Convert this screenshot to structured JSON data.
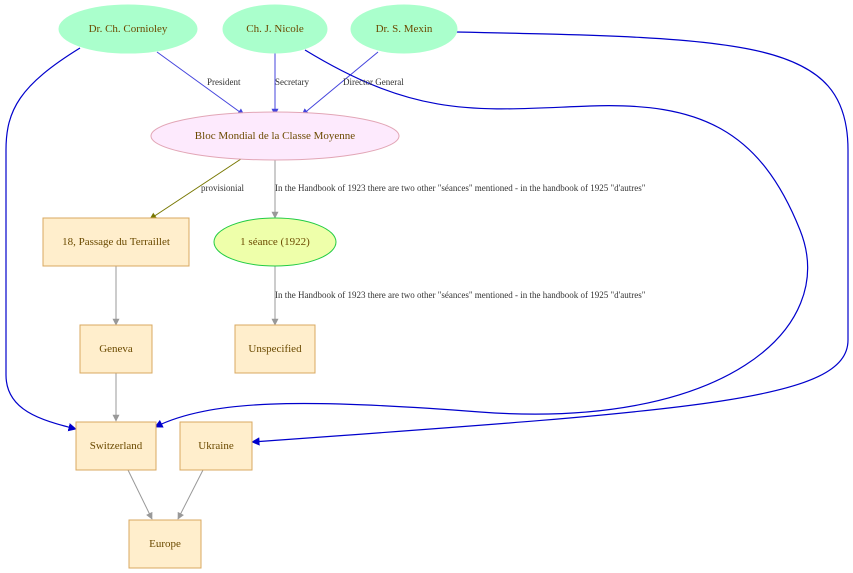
{
  "nodes": {
    "cornioley": "Dr. Ch. Cornioley",
    "nicole": "Ch. J. Nicole",
    "mexin": "Dr. S. Mexin",
    "bloc": "Bloc Mondial de la Classe Moyenne",
    "passage": "18, Passage du Terraillet",
    "seance": "1 séance (1922)",
    "geneva": "Geneva",
    "unspecified": "Unspecified",
    "switzerland": "Switzerland",
    "ukraine": "Ukraine",
    "europe": "Europe"
  },
  "edge_labels": {
    "president": "President",
    "secretary": "Secretary",
    "director_general": "Director General",
    "provisionial": "provisionial",
    "handbook_note_1": "In the Handbook of 1923 there are two other \"séances\" mentioned - in the handbook of 1925 \"d'autres\"",
    "handbook_note_2": "In the Handbook of 1923 there are two other \"séances\" mentioned - in the handbook of 1925 \"d'autres\""
  },
  "colors": {
    "person_fill": "#aaffcc",
    "org_fill": "#fdeafd",
    "org_stroke": "#e2a6b6",
    "event_fill": "#eeffaa",
    "event_stroke": "#22cc44",
    "place_fill": "#ffeecc",
    "place_stroke": "#d9a860",
    "edge_role": "#4444dd",
    "edge_country": "#0000cc",
    "edge_provisional": "#777700",
    "edge_gray": "#999999"
  }
}
